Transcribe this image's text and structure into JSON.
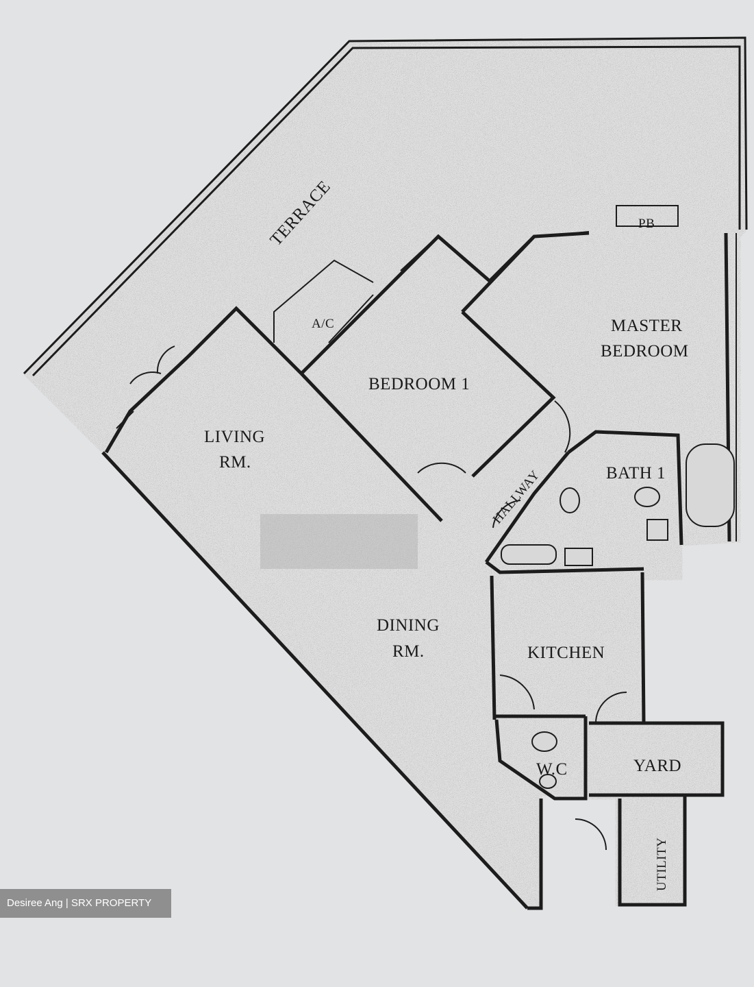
{
  "floorplan": {
    "rooms": {
      "terrace": "TERRACE",
      "ac": "A/C",
      "pb": "PB",
      "master_bedroom_line1": "MASTER",
      "master_bedroom_line2": "BEDROOM",
      "bedroom1": "BEDROOM 1",
      "living_line1": "LIVING",
      "living_line2": "RM.",
      "hallway": "HALLWAY",
      "bath1": "BATH 1",
      "dining_line1": "DINING",
      "dining_line2": "RM.",
      "kitchen": "KITCHEN",
      "wc": "W.C",
      "yard": "YARD",
      "utility": "UTILITY"
    },
    "colors": {
      "background": "#e2e3e4",
      "floor": "#9c9c9c",
      "wall": "#1c1c1c"
    }
  },
  "credit": {
    "text": "Desiree Ang | SRX PROPERTY"
  }
}
